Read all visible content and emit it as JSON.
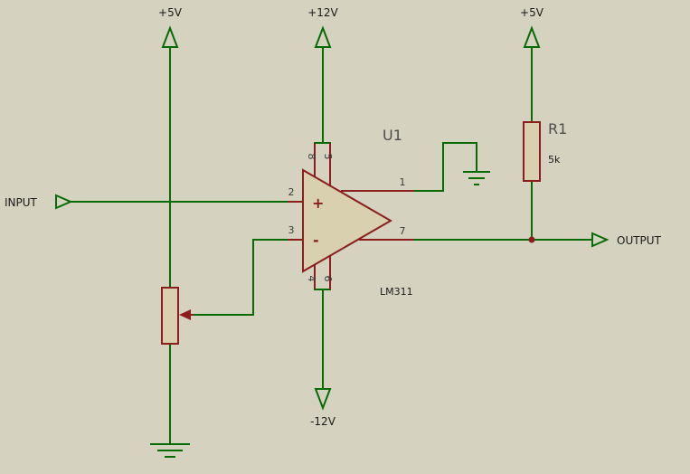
{
  "colors": {
    "background": "#d5d2bf",
    "wire": "#056b05",
    "component": "#8b1d1d",
    "component_fill": "#d8d0ae",
    "text": "#1a1a1a",
    "ref_text": "#4d4d4d",
    "pin_text": "#3c3c3c"
  },
  "power": {
    "left_rail": "+5V",
    "mid_rail_top": "+12V",
    "mid_rail_bottom": "-12V",
    "right_rail": "+5V"
  },
  "terminals": {
    "input": "INPUT",
    "output": "OUTPUT"
  },
  "opamp": {
    "ref": "U1",
    "part": "LM311",
    "plus_sign": "+",
    "minus_sign": "-",
    "pins": {
      "p1": "1",
      "p2": "2",
      "p3": "3",
      "p4": "4",
      "p5": "5",
      "p6": "6",
      "p7": "7",
      "p8": "8"
    }
  },
  "resistor": {
    "ref": "R1",
    "value": "5k"
  }
}
